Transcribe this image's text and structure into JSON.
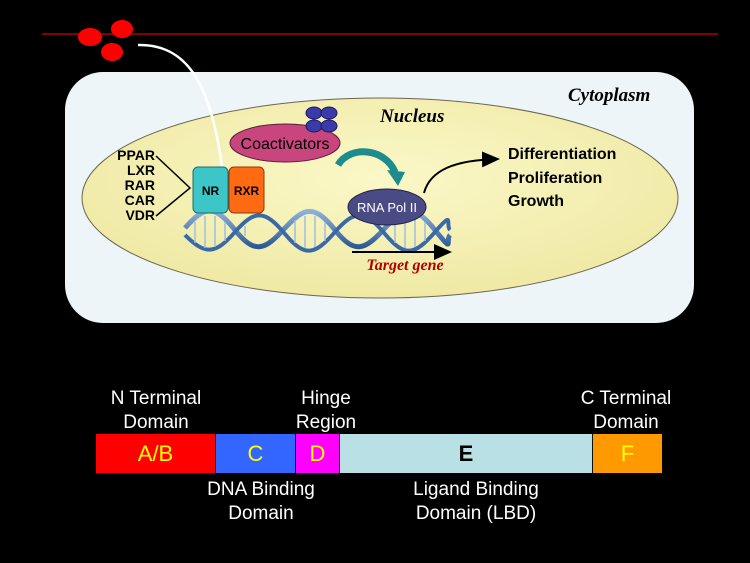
{
  "diagram": {
    "compartments": {
      "cytoplasm": "Cytoplasm",
      "nucleus": "Nucleus"
    },
    "receptors": [
      "PPAR",
      "LXR",
      "RAR",
      "CAR",
      "VDR"
    ],
    "complex": {
      "nr": "NR",
      "rxr": "RXR",
      "coactivators": "Coactivators",
      "rna_pol": "RNA Pol II",
      "target_gene": "Target gene"
    },
    "outcomes": [
      "Differentiation",
      "Proliferation",
      "Growth"
    ],
    "colors": {
      "ligand": "#ff0000",
      "nr": "#3cc6c8",
      "rxr": "#ff6a13",
      "coactivators": "#c8457e",
      "coactivator_subunits": "#3a3aa8",
      "rna_pol": "#4a4a85",
      "target_gene": "#b00000",
      "nucleus": "#f6f2b4",
      "cytoplasm": "#edf5f8"
    }
  },
  "domain_map": {
    "top_labels": {
      "n_terminal": [
        "N Terminal",
        "Domain"
      ],
      "hinge": [
        "Hinge",
        "Region"
      ],
      "c_terminal": [
        "C Terminal",
        "Domain"
      ]
    },
    "bottom_labels": {
      "dna_binding": [
        "DNA Binding",
        "Domain"
      ],
      "ligand_binding": [
        "Ligand Binding",
        "Domain (LBD)"
      ]
    },
    "segments": [
      {
        "id": "A/B",
        "color": "#ff0000",
        "text_color": "#ffff00"
      },
      {
        "id": "C",
        "color": "#3366ff",
        "text_color": "#ffff00"
      },
      {
        "id": "D",
        "color": "#ff00ff",
        "text_color": "#ffff00"
      },
      {
        "id": "E",
        "color": "#b9e0e4",
        "text_color": "#000000"
      },
      {
        "id": "F",
        "color": "#ff9900",
        "text_color": "#ffff00"
      }
    ]
  }
}
